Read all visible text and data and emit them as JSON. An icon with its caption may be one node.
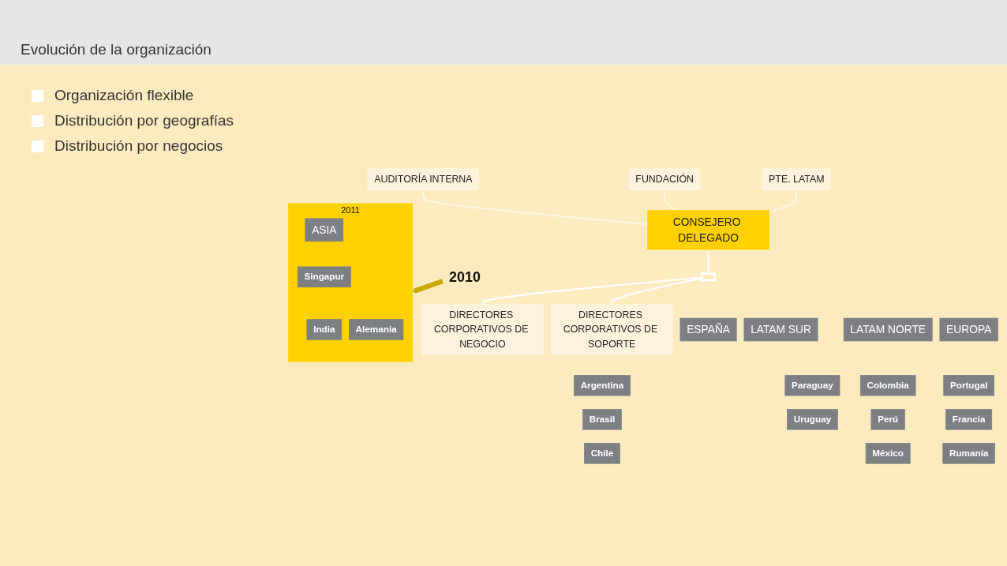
{
  "diagram": {
    "title": "Evolución de la organización",
    "nodes": [
      {
        "text": [
          "CONSEJERO DELEGADO"
        ]
      },
      {
        "text": [
          "AUDITORÍA INTERNA"
        ]
      },
      {
        "text": [
          "FUNDACIÓN"
        ]
      },
      {
        "text": [
          "PTE. LATAM"
        ]
      },
      {
        "text": [],
        "shape": "box"
      },
      {
        "text": [
          "ESPAÑA"
        ]
      },
      {
        "text": [
          "LATAM SUR"
        ]
      },
      {
        "text": [
          "Argentina"
        ]
      },
      {
        "text": [
          "Paraguay"
        ]
      },
      {
        "text": [
          "Brasil"
        ]
      },
      {
        "text": [
          "Uruguay"
        ]
      },
      {
        "text": [
          "Chile"
        ]
      },
      {
        "text": [
          "LATAM NORTE"
        ]
      },
      {
        "text": [
          "Colombia"
        ]
      },
      {
        "text": [
          "Perú"
        ]
      },
      {
        "text": [
          "México"
        ]
      },
      {
        "text": [
          "EUROPA"
        ]
      },
      {
        "text": [
          "Portugal"
        ]
      },
      {
        "text": [
          "Francia"
        ]
      },
      {
        "text": [
          "Rumanía"
        ]
      },
      {
        "text": [
          "2010"
        ]
      },
      {
        "text": [
          "2011"
        ]
      },
      {
        "text": [
          "Alemania"
        ],
        "in": 21
      },
      {
        "text": [
          "ASIA"
        ],
        "in": 21
      },
      {
        "text": [
          "Singapur"
        ],
        "in": 21
      },
      {
        "text": [
          "India"
        ],
        "in": 21
      },
      {
        "text": [
          "DIRECTORES CORPORATIVOS DE NEGOCIO"
        ]
      },
      {
        "text": [
          "DIRECTORES CORPORATIVOS DE SOPORTE"
        ]
      }
    ],
    "edges": [
      {
        "from": 0,
        "to": 4,
        "arrow": "none"
      },
      {
        "from": 1,
        "to": 0,
        "arrow": "none",
        "style": "dashed"
      },
      {
        "from": 2,
        "to": 0,
        "arrow": "none",
        "style": "dashed"
      },
      {
        "from": 3,
        "to": 0,
        "arrow": "none",
        "style": "dashed"
      },
      {
        "from": 20,
        "to": 21,
        "arrow": "to",
        "style": "thick",
        "color": "#c9a800"
      },
      {
        "from": 4,
        "to": 26,
        "arrow": "none"
      },
      {
        "from": 4,
        "to": 27,
        "arrow": "none"
      }
    ],
    "legend": [
      {
        "text": "Organización flexible",
        "color": "#ffffff"
      },
      {
        "text": "Distribución por geografías",
        "color": "#ffffff"
      },
      {
        "text": "Distribución por negocios",
        "color": "#ffffff"
      }
    ]
  }
}
